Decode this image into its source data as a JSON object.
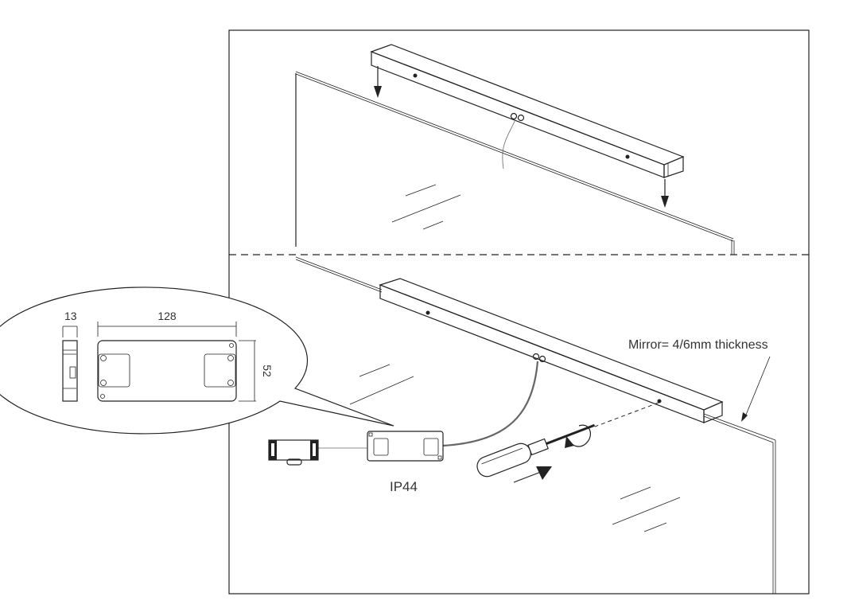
{
  "labels": {
    "mirror_thickness": "Mirror= 4/6mm thickness",
    "ip_rating": "IP44",
    "dim_depth": "13",
    "dim_length": "128",
    "dim_height": "52"
  },
  "colors": {
    "line": "#222222",
    "cable": "#666666"
  }
}
